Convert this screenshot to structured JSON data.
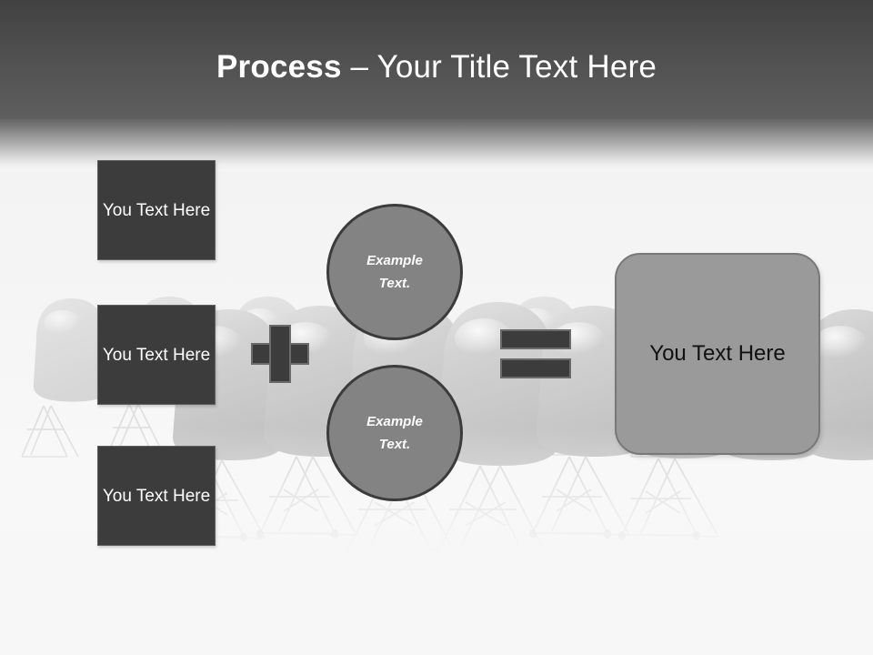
{
  "slide": {
    "title": {
      "bold_part": "Process",
      "dash": " – ",
      "rest": "Your Title Text Here"
    },
    "background_description": "rows of molded plastic chairs"
  },
  "inputs": [
    {
      "label": "You Text Here"
    },
    {
      "label": "You Text Here"
    },
    {
      "label": "You Text Here"
    }
  ],
  "operators": {
    "plus": "+",
    "equals": "="
  },
  "circles": [
    {
      "line1": "Example",
      "line2": "Text."
    },
    {
      "line1": "Example",
      "line2": "Text."
    }
  ],
  "result": {
    "label": "You Text Here"
  },
  "colors": {
    "header_top": "#414141",
    "header_bottom": "#5e5e5e",
    "box_fill": "#3c3c3c",
    "box_border": "#606060",
    "circle_fill": "#838383",
    "circle_border": "#3b3b3b",
    "result_fill": "#9a9a9a",
    "result_border": "#787878",
    "slide_bg": "#f6f6f6",
    "title_text": "#ffffff",
    "result_text": "#111111"
  }
}
